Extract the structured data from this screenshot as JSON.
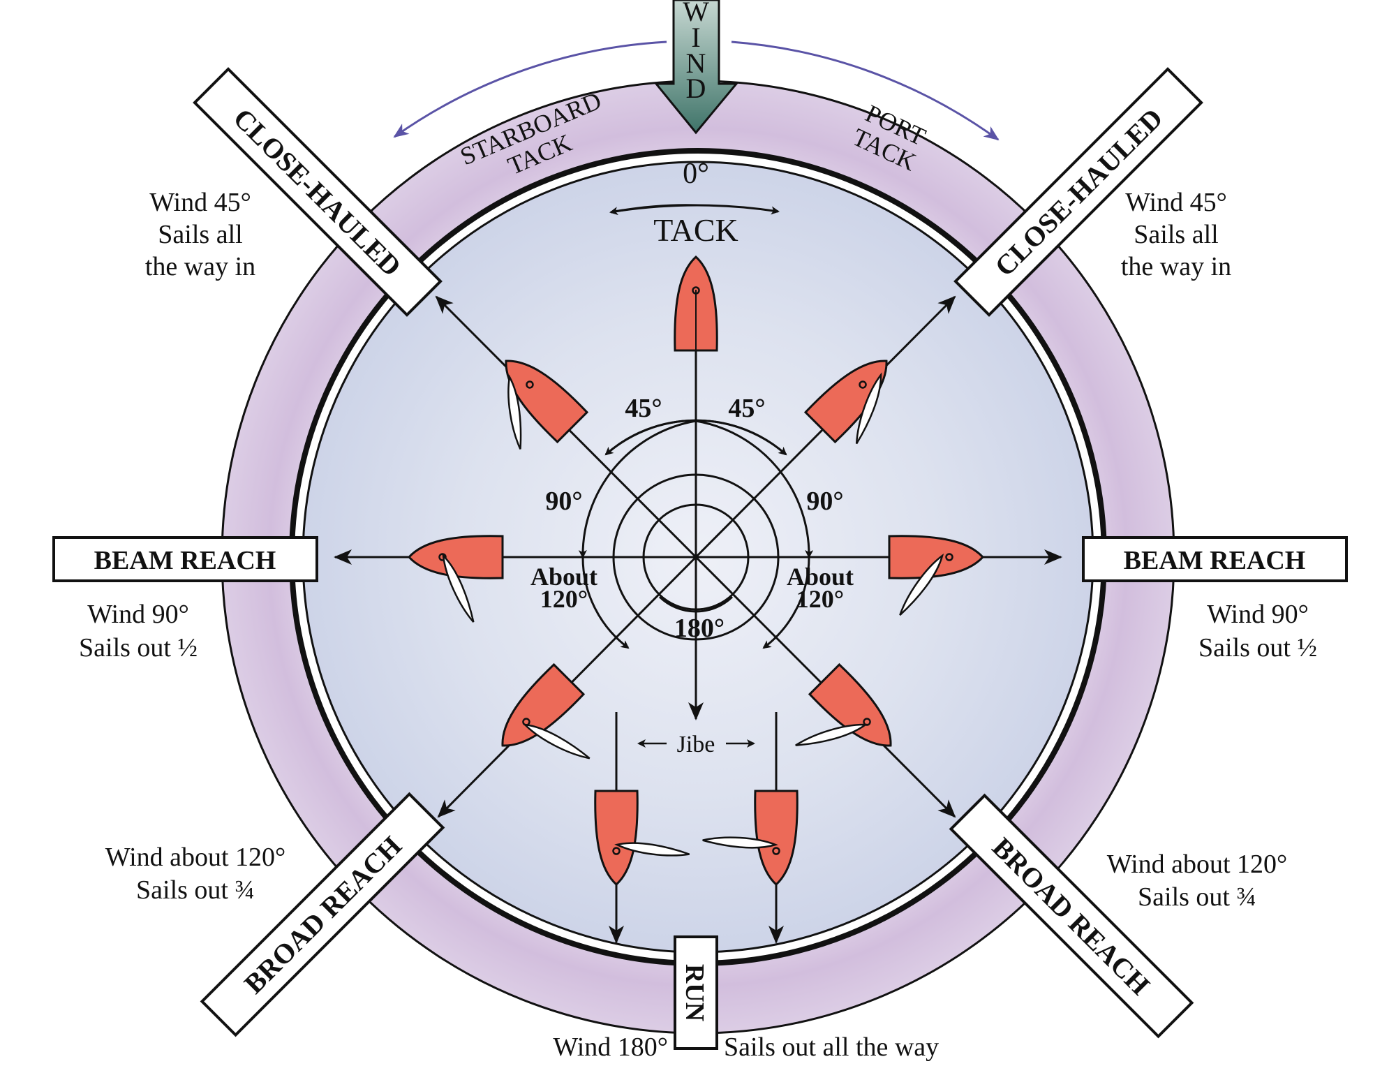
{
  "wind": {
    "letters": [
      "W",
      "I",
      "N",
      "D"
    ]
  },
  "tacks": {
    "starboard_1": "STARBOARD",
    "starboard_2": "TACK",
    "port_1": "PORT",
    "port_2": "TACK"
  },
  "center": {
    "zero": "0°",
    "tack": "TACK",
    "left45": "45°",
    "right45": "45°",
    "left90": "90°",
    "right90": "90°",
    "about": "About",
    "deg120": "120°",
    "deg180": "180°",
    "jibe": "Jibe"
  },
  "points_of_sail": {
    "close_hauled": "CLOSE-HAULED",
    "beam_reach": "BEAM REACH",
    "broad_reach": "BROAD REACH",
    "run": "RUN"
  },
  "notes": {
    "close_l1": "Wind 45°",
    "close_l2": "Sails all",
    "close_l3": "the way in",
    "beam_l1": "Wind 90°",
    "beam_l2": "Sails out ½",
    "broad_l1": "Wind about 120°",
    "broad_l2": "Sails out ¾",
    "run_left": "Wind 180°",
    "run_right": "Sails out all the way"
  },
  "colors": {
    "hull": "#ec6a58",
    "ring": "#d9c7e2",
    "disc": "#d5dbec",
    "wind_arrow": "#5f8a80",
    "tack_arrow": "#6a63b0",
    "ink": "#111111"
  }
}
